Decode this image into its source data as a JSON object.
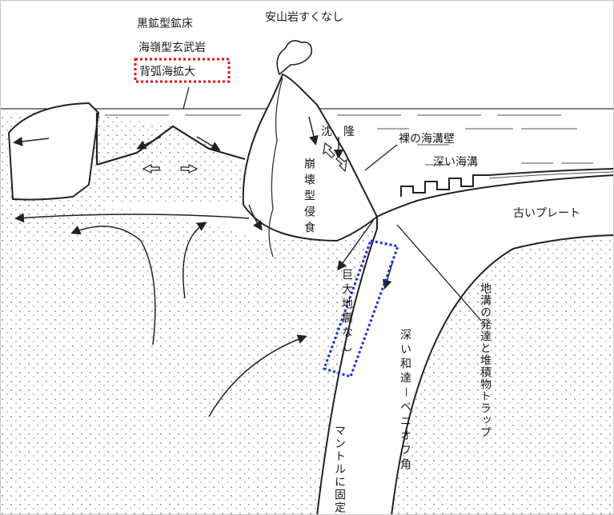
{
  "labels": {
    "black_ore": "黒鉱型鉱床",
    "ridge_basalt": "海嶺型玄武岩",
    "backarc": "背弧海拡大",
    "andesite": "安山岩すくなし",
    "subsidence": "沈　隆",
    "collapse_erosion": "崩壊型侵食",
    "bare_wall": "裸の海溝壁",
    "deep_trench": "深い海溝",
    "old_plate": "古いプレート",
    "no_big_quake": "巨大地震なし",
    "trap": "地溝の発達と堆積物トラップ",
    "wadati": "深い和達－ベニオフ角",
    "mantle_fixed": "マントルに固定"
  },
  "highlight_colors": {
    "red_box": "#e01010",
    "blue_box": "#1a2bd8"
  }
}
